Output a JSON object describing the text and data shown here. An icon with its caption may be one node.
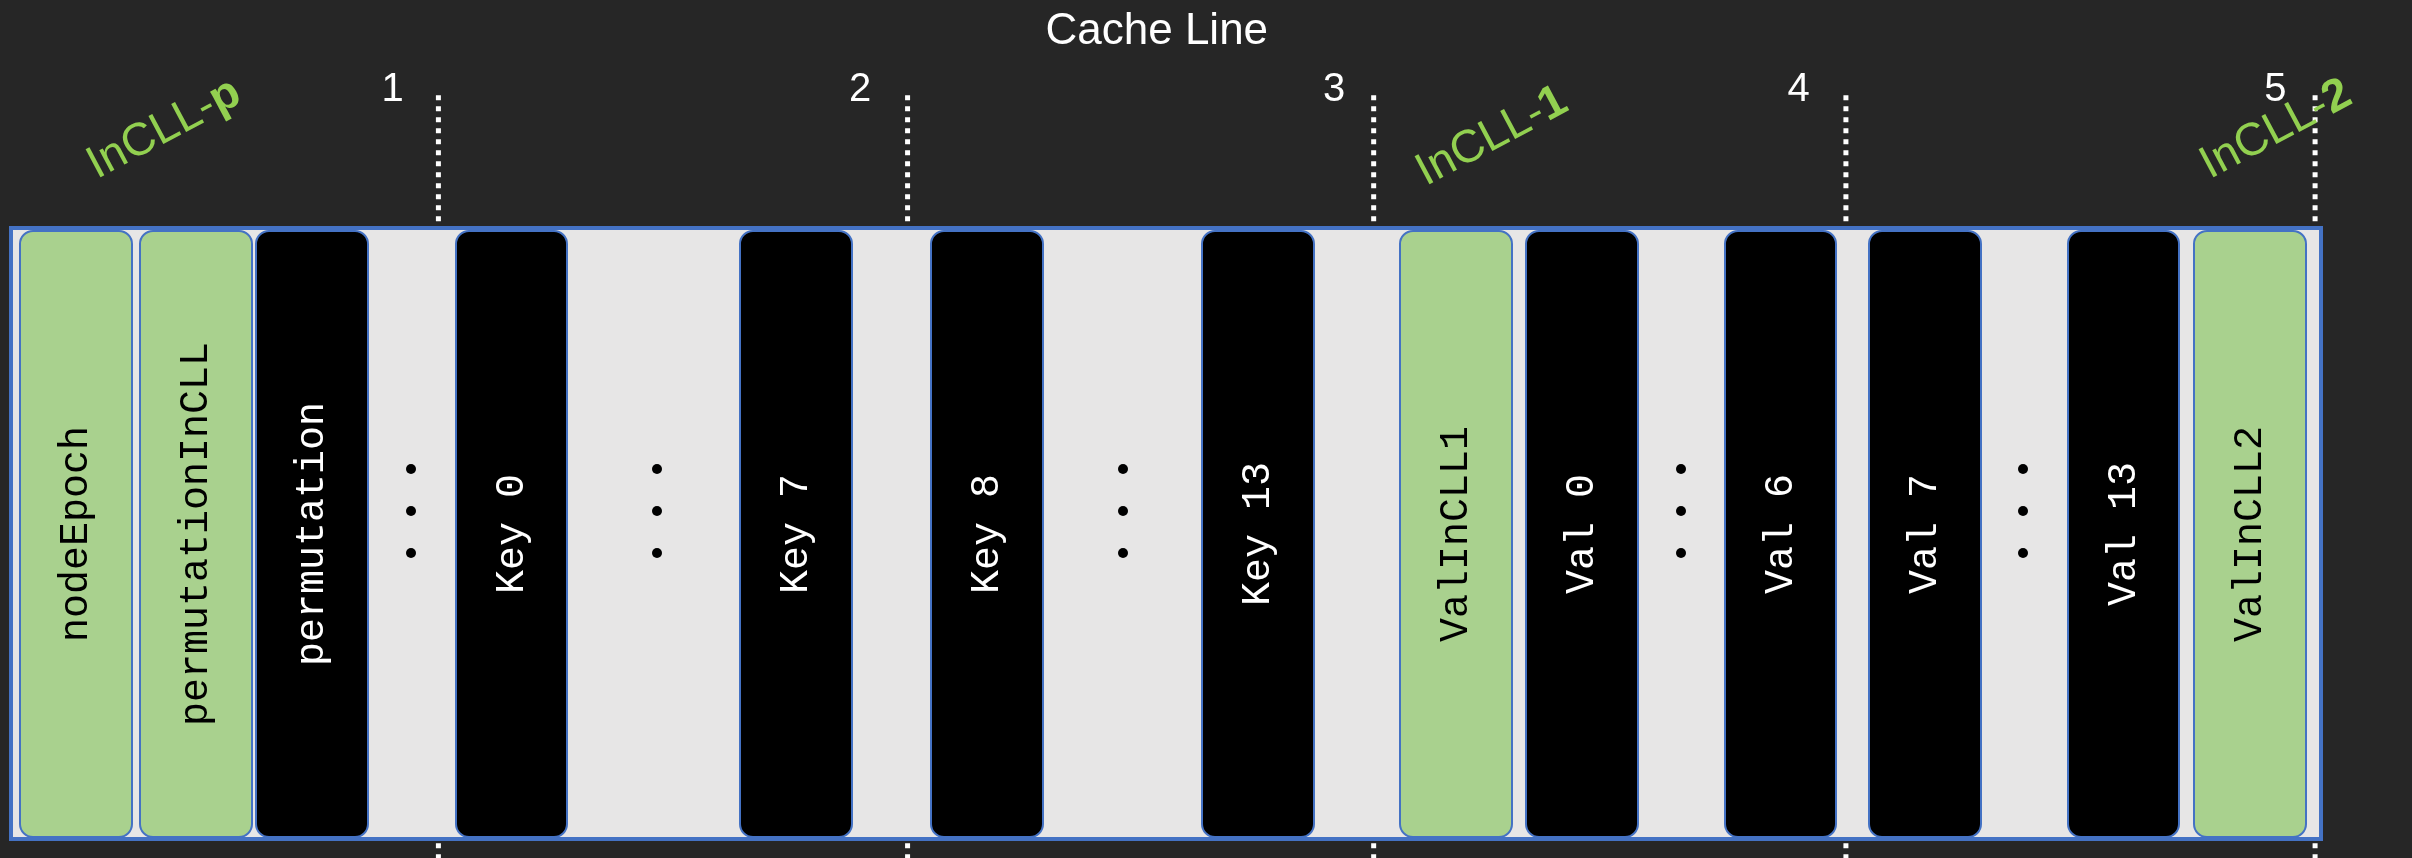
{
  "diagram": {
    "title": "Cache Line",
    "nodes": [
      {
        "text": [],
        "shape": "bar"
      },
      {
        "text": [
          "nodeEpoch"
        ],
        "in": 0
      },
      {
        "text": [
          "permutationInCLL"
        ],
        "in": 0
      },
      {
        "text": [
          "permutation"
        ],
        "in": 0
      },
      {
        "text": [
          "Key 0"
        ],
        "in": 0
      },
      {
        "text": [
          "Key 7"
        ],
        "in": 0
      },
      {
        "text": [
          "Key 8"
        ],
        "in": 0
      },
      {
        "text": [
          "Key 13"
        ],
        "in": 0
      },
      {
        "text": [
          "ValInCLL1"
        ],
        "in": 0
      },
      {
        "text": [
          "Val 0"
        ],
        "in": 0
      },
      {
        "text": [
          "Val 6"
        ],
        "in": 0
      },
      {
        "text": [
          "Val 7"
        ],
        "in": 0
      },
      {
        "text": [
          "Val 13"
        ],
        "in": 0
      },
      {
        "text": [
          "ValInCLL2"
        ],
        "in": 0
      }
    ],
    "edges": [],
    "labels": [
      "InCLL-**p**",
      "1",
      "2",
      "3",
      "InCLL-**1**",
      "4",
      "5",
      "InCLL-**2**"
    ]
  }
}
